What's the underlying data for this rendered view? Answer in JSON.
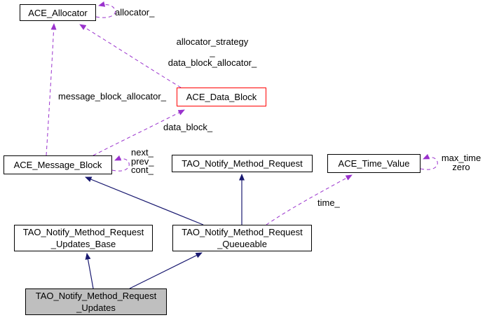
{
  "nodes": [
    {
      "id": "ace-allocator",
      "line1": "ACE_Allocator"
    },
    {
      "id": "ace-data-block",
      "line1": "ACE_Data_Block"
    },
    {
      "id": "ace-message-block",
      "line1": "ACE_Message_Block"
    },
    {
      "id": "tao-notify-method-request",
      "line1": "TAO_Notify_Method_Request"
    },
    {
      "id": "ace-time-value",
      "line1": "ACE_Time_Value"
    },
    {
      "id": "updates-base",
      "line1": "TAO_Notify_Method_Request",
      "line2": "_Updates_Base"
    },
    {
      "id": "queueable",
      "line1": "TAO_Notify_Method_Request",
      "line2": "_Queueable"
    },
    {
      "id": "updates",
      "line1": "TAO_Notify_Method_Request",
      "line2": "_Updates"
    }
  ],
  "edge_labels": {
    "allocator_self": "allocator_",
    "strategy_line1": "allocator_strategy",
    "strategy_line2": "_",
    "strategy_line3": "data_block_allocator_",
    "message_block_allocator": "message_block_allocator_",
    "data_block": "data_block_",
    "next": "next_",
    "prev": "prev_",
    "cont": "cont_",
    "max_time": "max_time",
    "zero": "zero",
    "time": "time_"
  },
  "colors": {
    "inheritance_edge": "#191970",
    "usage_edge": "#9a32cd",
    "node_border": "#000000",
    "truncated_node_border": "#ff0000",
    "current_node_fill": "#bfbfbf",
    "background": "#ffffff",
    "text": "#000000"
  }
}
